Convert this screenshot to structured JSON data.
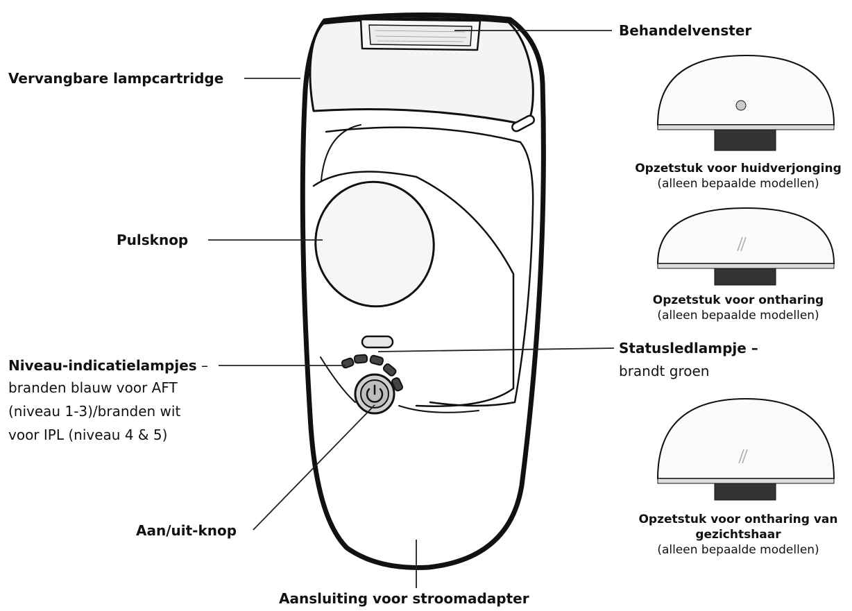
{
  "labels": {
    "behandelvenster": "Behandelvenster",
    "lampcartridge": "Vervangbare lampcartridge",
    "pulsknop": "Pulsknop",
    "niveau_title": "Niveau-indicatielampjes",
    "niveau_dash": " –",
    "niveau_line1": "branden blauw voor AFT",
    "niveau_line2": "(niveau 1-3)/branden wit",
    "niveau_line3": "voor IPL (niveau 4 & 5)",
    "status_title": "Statusledlampje –",
    "status_sub": "brandt groen",
    "aanuit": "Aan/uit-knop",
    "aansluiting": "Aansluiting voor stroomadapter"
  },
  "attachments": [
    {
      "title": "Opzetstuk voor huidverjonging",
      "note": "(alleen bepaalde modellen)"
    },
    {
      "title": "Opzetstuk voor ontharing",
      "note": "(alleen bepaalde modellen)"
    },
    {
      "title_line1": "Opzetstuk voor ontharing van",
      "title_line2": "gezichtshaar",
      "note": "(alleen bepaalde modellen)"
    }
  ]
}
